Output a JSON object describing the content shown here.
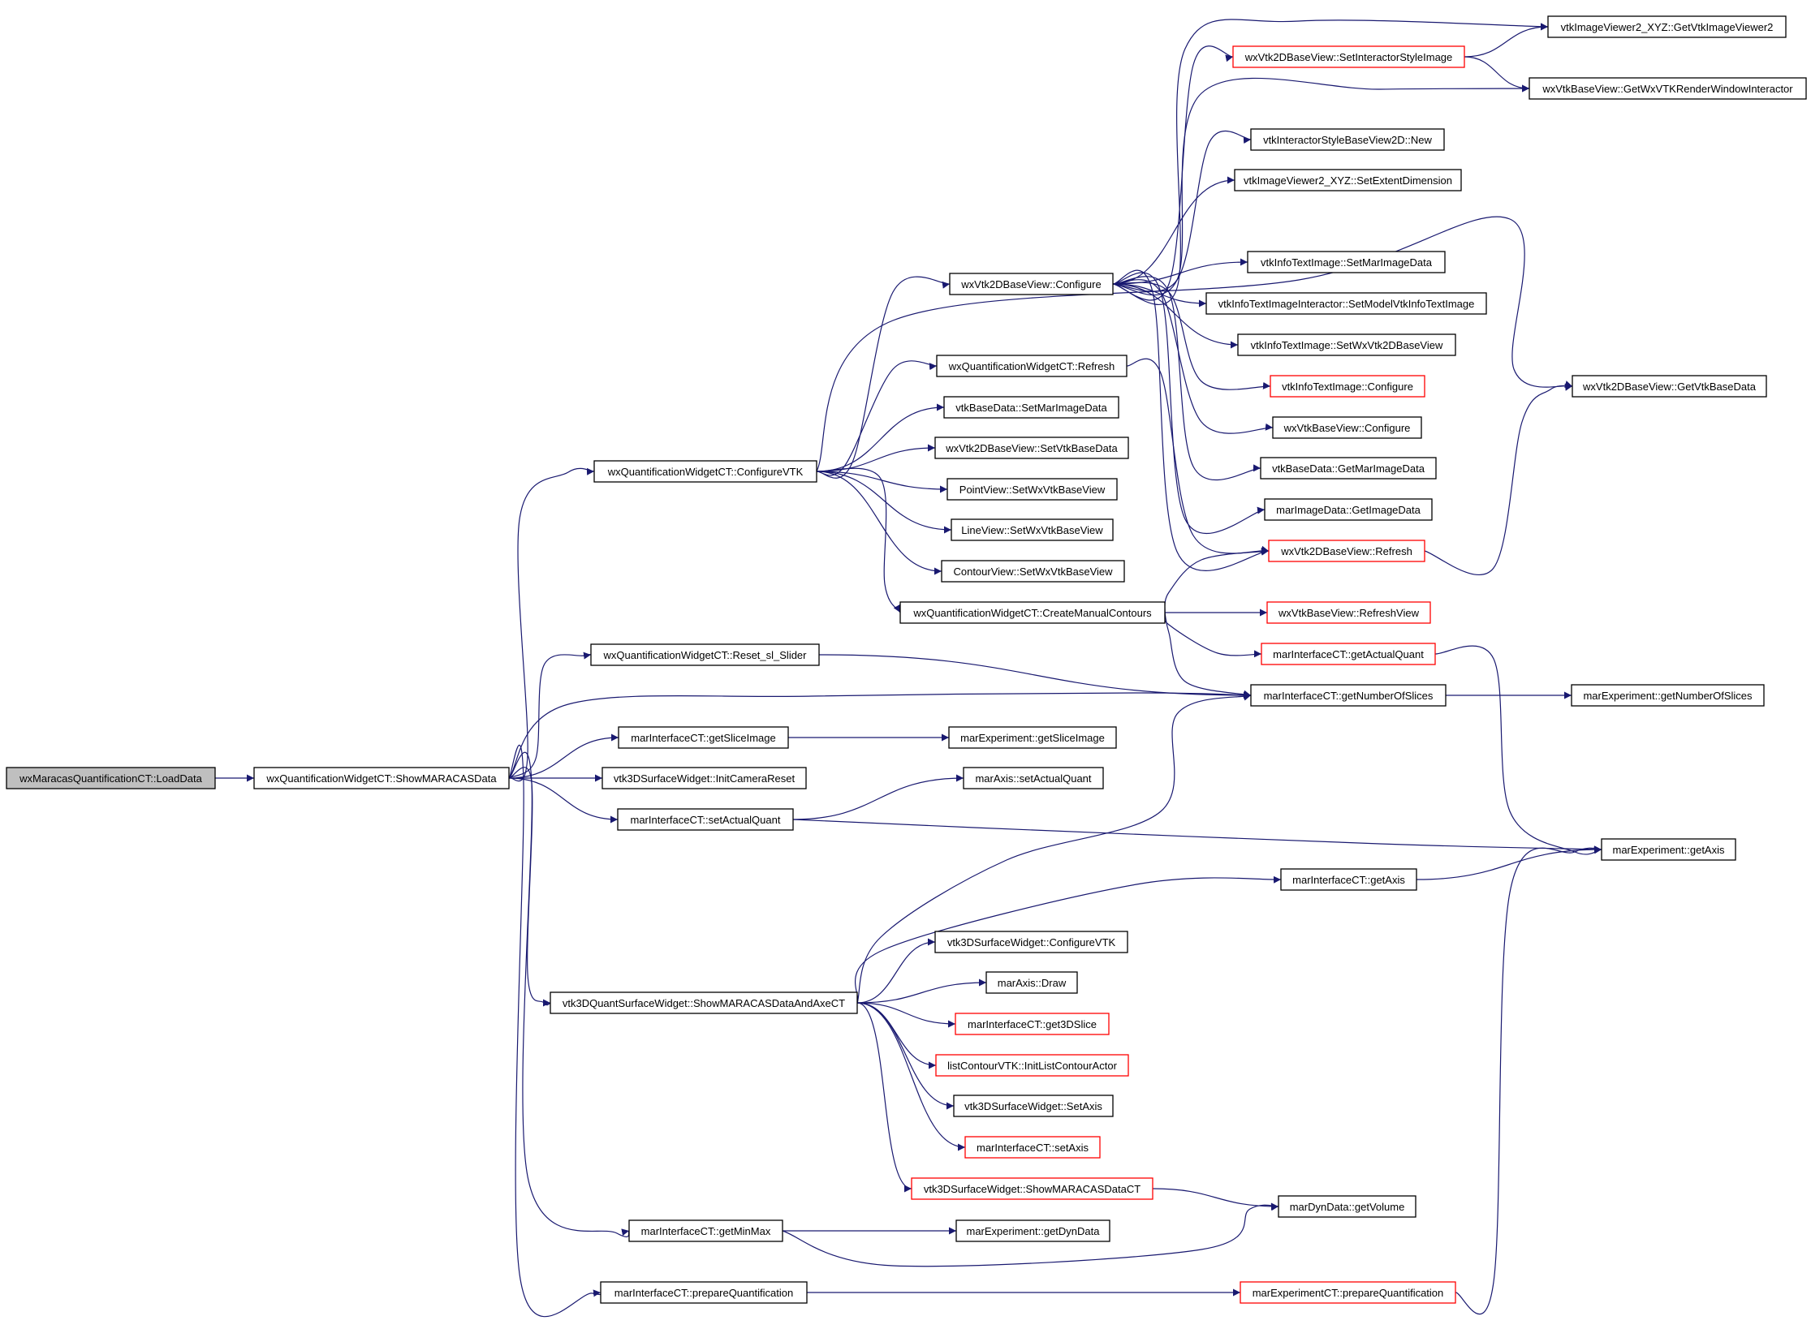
{
  "colors": {
    "edge": "#191970",
    "root_fill": "#bfbfbf",
    "node_fill": "#ffffff",
    "node_border": "#000000",
    "truncated_border": "#ff0000"
  },
  "root": {
    "id": "n0",
    "label": "wxMaracasQuantificationCT::LoadData",
    "style": "root"
  },
  "nodes": [
    {
      "id": "n1",
      "label": "wxQuantificationWidgetCT::ShowMARACASData",
      "style": "normal"
    },
    {
      "id": "n2",
      "label": "wxQuantificationWidgetCT::ConfigureVTK",
      "style": "normal"
    },
    {
      "id": "n3",
      "label": "wxQuantificationWidgetCT::Reset_sl_Slider",
      "style": "normal"
    },
    {
      "id": "n4",
      "label": "marInterfaceCT::getSliceImage",
      "style": "normal"
    },
    {
      "id": "n5",
      "label": "vtk3DSurfaceWidget::InitCameraReset",
      "style": "normal"
    },
    {
      "id": "n6",
      "label": "marInterfaceCT::setActualQuant",
      "style": "normal"
    },
    {
      "id": "n7",
      "label": "vtk3DQuantSurfaceWidget::ShowMARACASDataAndAxeCT",
      "style": "normal"
    },
    {
      "id": "n8",
      "label": "marInterfaceCT::getMinMax",
      "style": "normal"
    },
    {
      "id": "n9",
      "label": "marInterfaceCT::prepareQuantification",
      "style": "normal"
    },
    {
      "id": "n10",
      "label": "wxVtk2DBaseView::Configure",
      "style": "normal"
    },
    {
      "id": "n11",
      "label": "wxQuantificationWidgetCT::Refresh",
      "style": "normal"
    },
    {
      "id": "n12",
      "label": "vtkBaseData::SetMarImageData",
      "style": "normal"
    },
    {
      "id": "n13",
      "label": "wxVtk2DBaseView::SetVtkBaseData",
      "style": "normal"
    },
    {
      "id": "n14",
      "label": "PointView::SetWxVtkBaseView",
      "style": "normal"
    },
    {
      "id": "n15",
      "label": "LineView::SetWxVtkBaseView",
      "style": "normal"
    },
    {
      "id": "n16",
      "label": "ContourView::SetWxVtkBaseView",
      "style": "normal"
    },
    {
      "id": "n17",
      "label": "wxQuantificationWidgetCT::CreateManualContours",
      "style": "normal"
    },
    {
      "id": "n18",
      "label": "marExperiment::getSliceImage",
      "style": "normal"
    },
    {
      "id": "n19",
      "label": "marAxis::setActualQuant",
      "style": "normal"
    },
    {
      "id": "n20",
      "label": "vtk3DSurfaceWidget::ConfigureVTK",
      "style": "normal"
    },
    {
      "id": "n21",
      "label": "marAxis::Draw",
      "style": "normal"
    },
    {
      "id": "n22",
      "label": "marInterfaceCT::get3DSlice",
      "style": "truncated"
    },
    {
      "id": "n23",
      "label": "listContourVTK::InitListContourActor",
      "style": "truncated"
    },
    {
      "id": "n24",
      "label": "vtk3DSurfaceWidget::SetAxis",
      "style": "normal"
    },
    {
      "id": "n25",
      "label": "marInterfaceCT::setAxis",
      "style": "truncated"
    },
    {
      "id": "n26",
      "label": "vtk3DSurfaceWidget::ShowMARACASDataCT",
      "style": "truncated"
    },
    {
      "id": "n27",
      "label": "marExperiment::getDynData",
      "style": "normal"
    },
    {
      "id": "n28",
      "label": "vtkImageViewer2_XYZ::GetVtkImageViewer2",
      "style": "normal"
    },
    {
      "id": "n29",
      "label": "wxVtk2DBaseView::SetInteractorStyleImage",
      "style": "truncated"
    },
    {
      "id": "n30",
      "label": "wxVtkBaseView::GetWxVTKRenderWindowInteractor",
      "style": "normal"
    },
    {
      "id": "n31",
      "label": "vtkInteractorStyleBaseView2D::New",
      "style": "normal"
    },
    {
      "id": "n32",
      "label": "vtkImageViewer2_XYZ::SetExtentDimension",
      "style": "normal"
    },
    {
      "id": "n33",
      "label": "vtkInfoTextImage::SetMarImageData",
      "style": "normal"
    },
    {
      "id": "n34",
      "label": "vtkInfoTextImageInteractor::SetModelVtkInfoTextImage",
      "style": "normal"
    },
    {
      "id": "n35",
      "label": "vtkInfoTextImage::SetWxVtk2DBaseView",
      "style": "normal"
    },
    {
      "id": "n36",
      "label": "vtkInfoTextImage::Configure",
      "style": "truncated"
    },
    {
      "id": "n37",
      "label": "wxVtkBaseView::Configure",
      "style": "normal"
    },
    {
      "id": "n38",
      "label": "vtkBaseData::GetMarImageData",
      "style": "normal"
    },
    {
      "id": "n39",
      "label": "marImageData::GetImageData",
      "style": "normal"
    },
    {
      "id": "n40",
      "label": "wxVtk2DBaseView::Refresh",
      "style": "truncated"
    },
    {
      "id": "n41",
      "label": "wxVtkBaseView::RefreshView",
      "style": "truncated"
    },
    {
      "id": "n42",
      "label": "marInterfaceCT::getActualQuant",
      "style": "truncated"
    },
    {
      "id": "n43",
      "label": "marInterfaceCT::getNumberOfSlices",
      "style": "normal"
    },
    {
      "id": "n44",
      "label": "marInterfaceCT::getAxis",
      "style": "normal"
    },
    {
      "id": "n45",
      "label": "marDynData::getVolume",
      "style": "normal"
    },
    {
      "id": "n46",
      "label": "marExperimentCT::prepareQuantification",
      "style": "truncated"
    },
    {
      "id": "n47",
      "label": "wxVtk2DBaseView::GetVtkBaseData",
      "style": "normal"
    },
    {
      "id": "n48",
      "label": "marExperiment::getNumberOfSlices",
      "style": "normal"
    },
    {
      "id": "n49",
      "label": "marExperiment::getAxis",
      "style": "normal"
    }
  ],
  "edges": [
    [
      "n0",
      "n1"
    ],
    [
      "n1",
      "n2"
    ],
    [
      "n1",
      "n3"
    ],
    [
      "n1",
      "n4"
    ],
    [
      "n1",
      "n5"
    ],
    [
      "n1",
      "n6"
    ],
    [
      "n1",
      "n7"
    ],
    [
      "n1",
      "n8"
    ],
    [
      "n1",
      "n9"
    ],
    [
      "n1",
      "n43"
    ],
    [
      "n2",
      "n10"
    ],
    [
      "n2",
      "n11"
    ],
    [
      "n2",
      "n12"
    ],
    [
      "n2",
      "n13"
    ],
    [
      "n2",
      "n14"
    ],
    [
      "n2",
      "n15"
    ],
    [
      "n2",
      "n16"
    ],
    [
      "n2",
      "n17"
    ],
    [
      "n2",
      "n47"
    ],
    [
      "n3",
      "n43"
    ],
    [
      "n4",
      "n18"
    ],
    [
      "n6",
      "n19"
    ],
    [
      "n6",
      "n49"
    ],
    [
      "n7",
      "n20"
    ],
    [
      "n7",
      "n21"
    ],
    [
      "n7",
      "n22"
    ],
    [
      "n7",
      "n23"
    ],
    [
      "n7",
      "n24"
    ],
    [
      "n7",
      "n25"
    ],
    [
      "n7",
      "n26"
    ],
    [
      "n7",
      "n44"
    ],
    [
      "n7",
      "n43"
    ],
    [
      "n8",
      "n27"
    ],
    [
      "n8",
      "n45"
    ],
    [
      "n9",
      "n46"
    ],
    [
      "n10",
      "n28"
    ],
    [
      "n10",
      "n29"
    ],
    [
      "n10",
      "n30"
    ],
    [
      "n10",
      "n31"
    ],
    [
      "n10",
      "n32"
    ],
    [
      "n10",
      "n33"
    ],
    [
      "n10",
      "n34"
    ],
    [
      "n10",
      "n35"
    ],
    [
      "n10",
      "n36"
    ],
    [
      "n10",
      "n37"
    ],
    [
      "n10",
      "n38"
    ],
    [
      "n10",
      "n39"
    ],
    [
      "n10",
      "n40"
    ],
    [
      "n11",
      "n40"
    ],
    [
      "n17",
      "n40"
    ],
    [
      "n17",
      "n41"
    ],
    [
      "n17",
      "n42"
    ],
    [
      "n17",
      "n43"
    ],
    [
      "n29",
      "n28"
    ],
    [
      "n29",
      "n30"
    ],
    [
      "n40",
      "n47"
    ],
    [
      "n42",
      "n49"
    ],
    [
      "n43",
      "n48"
    ],
    [
      "n44",
      "n49"
    ],
    [
      "n26",
      "n45"
    ],
    [
      "n46",
      "n49"
    ]
  ]
}
